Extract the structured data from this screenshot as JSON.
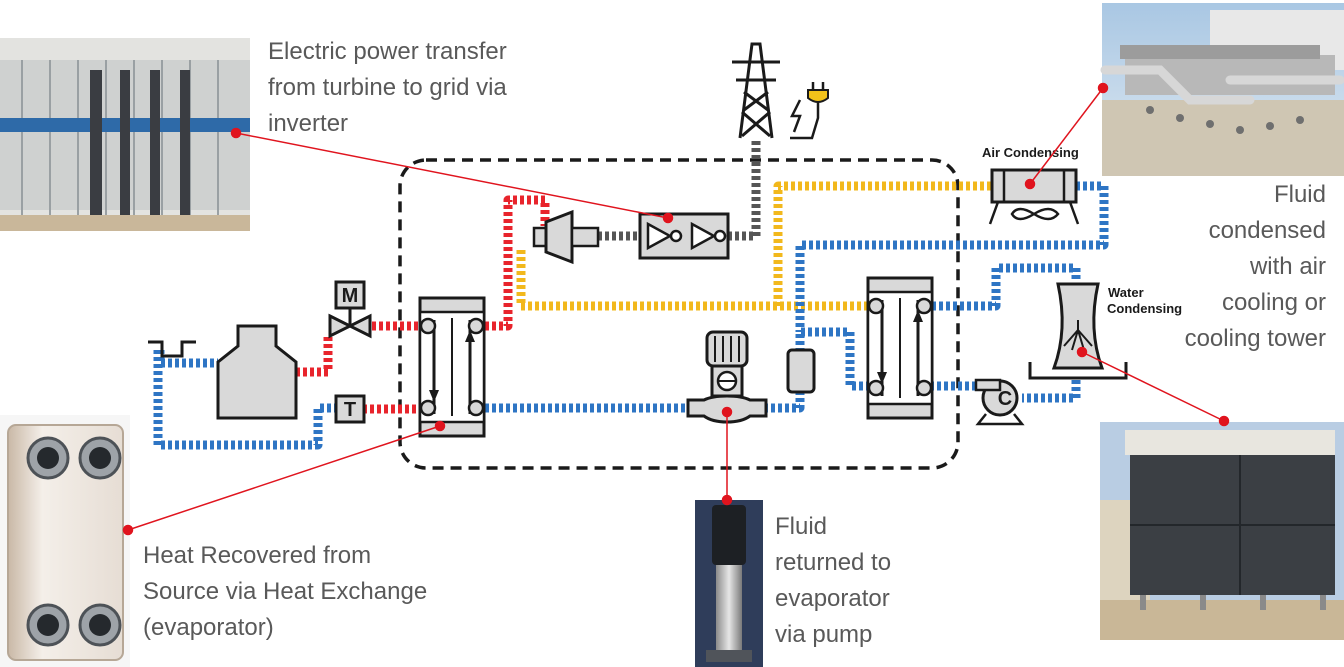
{
  "labels": {
    "inverter_caption": "Electric power transfer\nfrom turbine to grid via\ninverter",
    "condenser_caption": "Fluid\ncondensed\nwith air\ncooling or\ncooling tower",
    "evaporator_caption": "Heat Recovered from\nSource via Heat Exchange\n(evaporator)",
    "pump_caption": "Fluid\nreturned to\nevaporator\nvia pump",
    "air_condensing": "Air Condensing",
    "water_condensing_1": "Water",
    "water_condensing_2": "Condensing",
    "valve_letter": "M",
    "sensor_letter": "T",
    "compressor_letter": "C"
  },
  "colors": {
    "hot_stream": "#e8242c",
    "vapor_stream": "#f2b81c",
    "cold_stream": "#2e75c4",
    "power_line": "#555555",
    "equipment_fill": "#d9d9d9",
    "callout": "#e0141e",
    "caption_text": "#595959"
  },
  "icons": [
    "tower-icon",
    "plug-icon",
    "lightning-icon",
    "fan-icon",
    "valve-icon"
  ]
}
